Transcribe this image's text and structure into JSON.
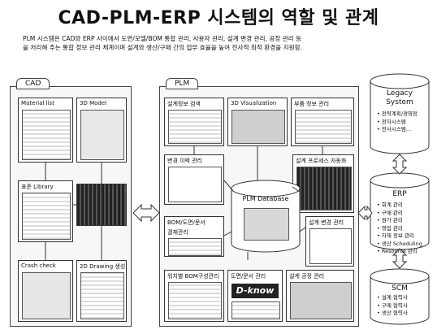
{
  "title": "CAD-PLM-ERP 시스템의 역할 및 관계",
  "description": [
    "PLM 시스템은 CAD와 ERP 사이에서 도면/모델/BOM 통합 관리, 사용자 관리, 설계 변경 관리, 공정 관리 등",
    "을 처리해 주는 통합 정보 관리 체계이며 설계와 생산/구매 간의 업무 효율을 높여 전사적 최적 환경을 지원함."
  ],
  "cad": {
    "label": "CAD",
    "material_list": "Material list",
    "model_3d": "3D Model",
    "library": "표준 Library",
    "crash_check": "Crash check",
    "drawing_2d": "2D Drawing 생성"
  },
  "plm": {
    "label": "PLM",
    "design_search": "설계정보 검색",
    "visualization": "3D Visualization",
    "part_info": "부품 정보 관리",
    "change_history": "변경 이력 관리",
    "process_auto": "설계 프로세스 자동화",
    "database": "PLM Database",
    "bom_doc": "BOM/도면/문서",
    "approval": "결재관리",
    "design_change": "설계 변경 관리",
    "bom_config": "워치별 BOM구성관리",
    "doc_mgmt": "도면/문서 관리",
    "dknow": "D-know",
    "design_process": "설계 공정 관리"
  },
  "legacy": {
    "title": [
      "Legacy",
      "System"
    ],
    "items": [
      "• 전략계획/경영정",
      "• 전자시스템",
      "• 전사시스템…"
    ]
  },
  "erp": {
    "title": "ERP",
    "items": [
      "• 회계 관리",
      "• 구매 관리",
      "• 원가 관리",
      "• 영업 관리",
      "• 자재 정보 관리",
      "• 생산 Scheduling",
      "• Resource 관리"
    ]
  },
  "scm": {
    "title": "SCM",
    "items": [
      "• 설계 협력사",
      "• 구매 협력사",
      "• 생산 협력사"
    ]
  }
}
